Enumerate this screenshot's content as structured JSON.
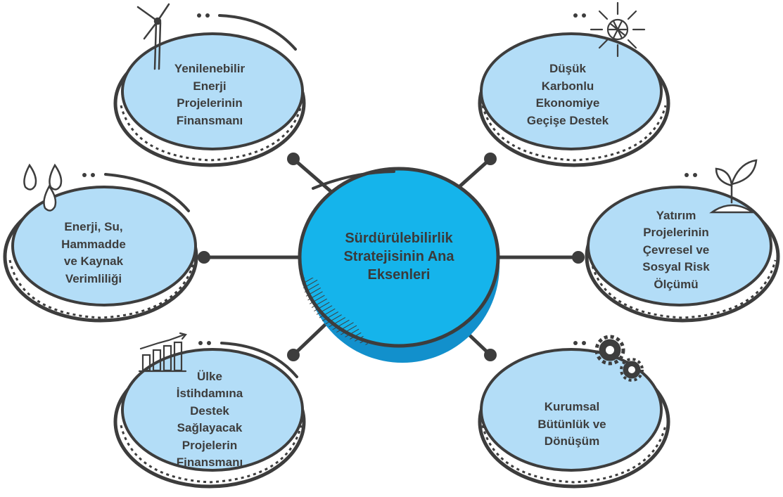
{
  "center": {
    "text": "Sürdürülebilirlik\nStratejisinin Ana\nEksenleri"
  },
  "nodes": [
    {
      "id": "renewable",
      "text": "Yenilenebilir\nEnerji\nProjelerinin\nFinansmanı",
      "icon": "wind-turbine-icon"
    },
    {
      "id": "low-carbon",
      "text": "Düşük\nKarbonlu\nEkonomiye\nGeçişe Destek",
      "icon": "sun-icon"
    },
    {
      "id": "efficiency",
      "text": "Enerji, Su,\nHammadde\nve Kaynak\nVerimliliği",
      "icon": "water-drops-icon"
    },
    {
      "id": "investment",
      "text": "Yatırım\nProjelerinin\nÇevresel ve\nSosyal Risk\nÖlçümü",
      "icon": "sprout-icon"
    },
    {
      "id": "employment",
      "text": "Ülke\nİstihdamına\nDestek\nSağlayacak\nProjelerin\nFinansmanı",
      "icon": "growth-chart-icon"
    },
    {
      "id": "corporate",
      "text": "Kurumsal\nBütünlük ve\nDönüşüm",
      "icon": "gears-icon"
    }
  ],
  "colors": {
    "node_fill": "#b3ddf7",
    "center_fill": "#15b4eb",
    "center_shadow": "#1290cc",
    "outline": "#3d3d3d",
    "text": "#3d3d3d"
  }
}
